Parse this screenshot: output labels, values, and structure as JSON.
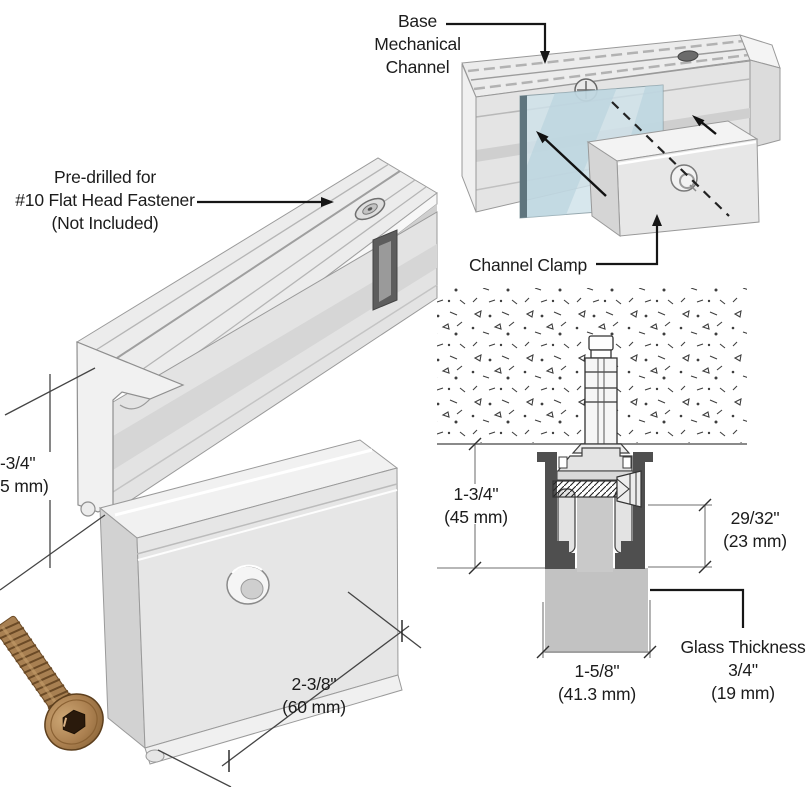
{
  "labels": {
    "base_channel": [
      "Base",
      "Mechanical",
      "Channel"
    ],
    "predrilled": [
      "Pre-drilled for",
      "#10 Flat Head Fastener",
      "(Not Included)"
    ],
    "channel_clamp": "Channel Clamp",
    "glass_thickness": [
      "Glass Thickness",
      "3/4\"",
      "(19 mm)"
    ]
  },
  "dimensions": {
    "channel_height_cropped": [
      "-3/4\"",
      "5 mm)"
    ],
    "clamp_width": [
      "2-3/8\"",
      "(60 mm)"
    ],
    "section_height": [
      "1-3/4\"",
      "(45 mm)"
    ],
    "reveal": [
      "29/32\"",
      "(23 mm)"
    ],
    "base_width": [
      "1-5/8\"",
      "(41.3 mm)"
    ]
  },
  "colors": {
    "aluminum_light": "#ededed",
    "aluminum_mid": "#e2e2e2",
    "aluminum_shadow": "#cfcfcf",
    "outline_gray": "#979797",
    "glass_blue": "#cfe2ea",
    "glass_blue_stripe": "#b9d3dd",
    "glass_gray": "#c2c2c2",
    "section_channel_dark": "#4f4f4f",
    "screw_bronze": "#a88052",
    "screw_bronze_dark": "#5d3f1d",
    "text": "#1c1c1c",
    "dim_line_gray": "#8c8c8c",
    "leader_black": "#161616"
  }
}
